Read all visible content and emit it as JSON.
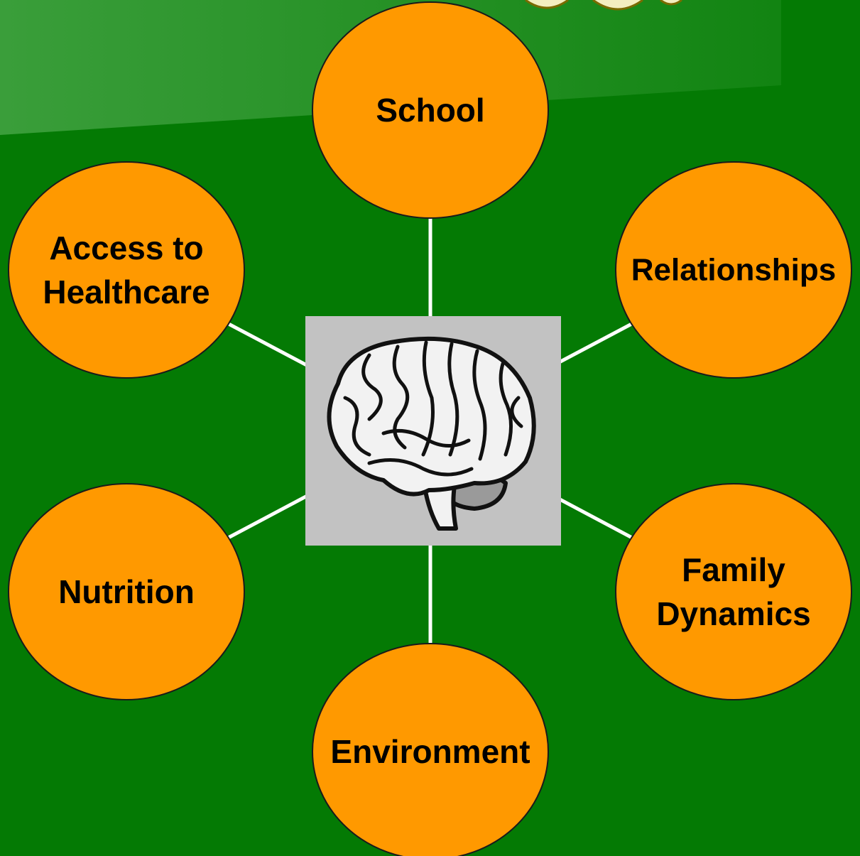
{
  "diagram": {
    "colors": {
      "background": "#047a04",
      "header_band": "#2f9a2f",
      "node_fill": "#ff9900",
      "node_stroke": "#1a1a1a",
      "connector": "#ffffff",
      "image_box": "#c2c2c2"
    },
    "center": {
      "name": "brain",
      "icon": "brain-icon"
    },
    "nodes": [
      {
        "id": "school",
        "lines": [
          "School"
        ]
      },
      {
        "id": "relationships",
        "lines": [
          "Relationships"
        ]
      },
      {
        "id": "family-dynamics",
        "lines": [
          "Family",
          "Dynamics"
        ]
      },
      {
        "id": "environment",
        "lines": [
          "Environment"
        ]
      },
      {
        "id": "nutrition",
        "lines": [
          "Nutrition"
        ]
      },
      {
        "id": "access-to-healthcare",
        "lines": [
          "Access to",
          "Healthcare"
        ]
      }
    ]
  }
}
